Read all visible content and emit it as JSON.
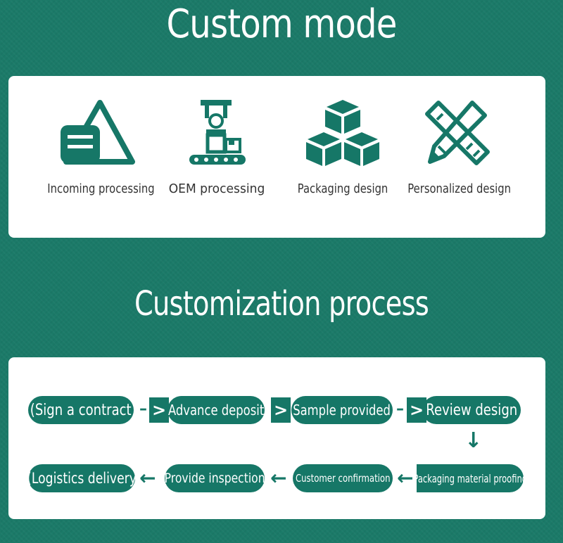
{
  "titles": {
    "custom_mode": "Custom mode",
    "process": "Customization process"
  },
  "modes": [
    {
      "label": "Incoming processing",
      "icon": "warehouse-icon"
    },
    {
      "label": "OEM processing",
      "icon": "factory-robot-arm-icon"
    },
    {
      "label": "Packaging design",
      "icon": "stacked-boxes-icon"
    },
    {
      "label": "Personalized design",
      "icon": "pencil-ruler-icon"
    }
  ],
  "steps": [
    "(Sign a contract",
    "Advance deposit",
    "Sample provided",
    "Review design",
    "Packaging material proofing",
    "Customer confirmation",
    "Provide inspection",
    "(Logistics delivery"
  ],
  "arrows": {
    "right": ">",
    "down": "↓",
    "left": "←"
  },
  "colors": {
    "background": "#1b7a68",
    "accent": "#167767",
    "card": "#ffffff"
  }
}
